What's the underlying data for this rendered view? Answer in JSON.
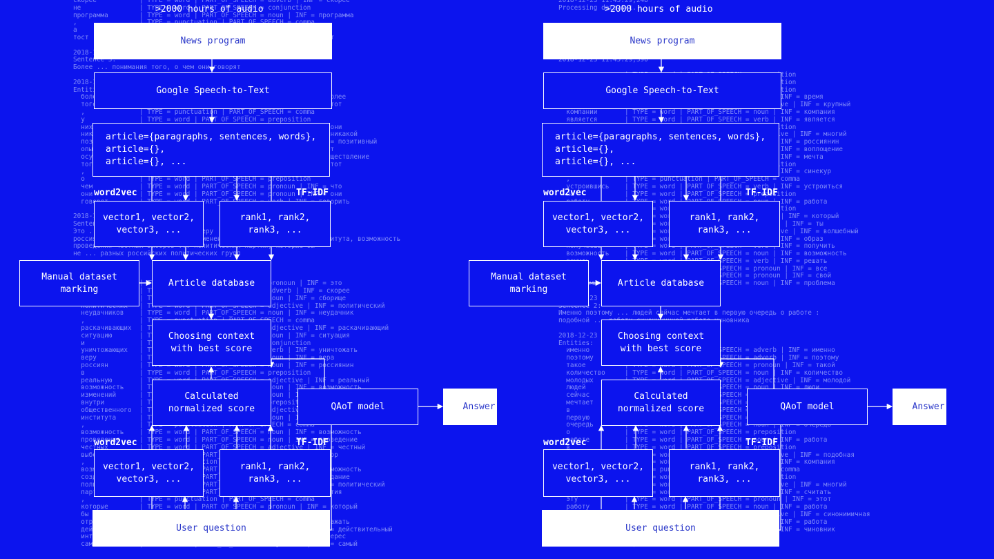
{
  "diagram": {
    "header": ">2000 hours of audio",
    "labels": {
      "word2vec": "word2vec",
      "tfidf": "TF-IDF"
    },
    "nodes": {
      "news_program": "News program",
      "speech_to_text": "Google Speech-to-Text",
      "article_struct": "article={paragraphs, sentences, words},\narticle={},\narticle={}, ...",
      "vectors": "vector1, vector2,\nvector3, ...",
      "ranks": "rank1, rank2,\nrank3, ...",
      "manual_marking": "Manual dataset\nmarking",
      "article_db": "Article database",
      "choosing_context": "Choosing context\nwith best score",
      "calculated_score": "Calculated\nnormalized score",
      "qaot_model": "QAoT model",
      "answer": "Answer",
      "user_question": "User question"
    }
  },
  "background_log": {
    "left": "скорее           | TYPE = word | PART_OF_SPEECH = adverb | INF = скорее\nне               | TYPE = word | PART_OF_SPEECH = conjunction\nпрограмма        | TYPE = word | PART_OF_SPEECH = noun | INF = программа\n,                | TYPE = punctuation | PART_OF_SPEECH = comma\nа                | TYPE = word | PART_OF_SPEECH = conjunction\nтост             | TYPE = word | PART_OF_SPEECH = noun | INF = тост\n\n2018-12-23 11:45:28,390\nSentence 3:\nБолее ... понимания того, о чем они говорят\n\n2018-12-23\nEntities:\n  более          | TYPE = word | PART_OF_SPEECH = adverb | INF = более\n  того           | TYPE = word | PART_OF_SPEECH = pronoun | INF = тот\n  ,              | TYPE = punctuation | PART_OF_SPEECH = comma\n  у              | TYPE = word | PART_OF_SPEECH = preposition\n  них            | TYPE = word | PART_OF_SPEECH = pronoun | INF = они\n  никакого       | TYPE = word | PART_OF_SPEECH = pronoun | INF = никакой\n  позитивного    | TYPE = word | PART_OF_SPEECH = adjective | INF = позитивный\n  опыта          | TYPE = word | PART_OF_SPEECH = noun | INF = опыт\n  осуществления  | TYPE = word | PART_OF_SPEECH = noun | INF = осуществление\n  того           | TYPE = word | PART_OF_SPEECH = pronoun | INF = тот\n  ,              | TYPE = punctuation | PART_OF_SPEECH = comma\n  о              | TYPE = word | PART_OF_SPEECH = preposition\n  чем            | TYPE = word | PART_OF_SPEECH = pronoun | INF = что\n  они            | TYPE = word | PART_OF_SPEECH = pronoun | INF = они\n  говорят        | TYPE = word | PART_OF_SPEECH = verb | INF = говорить\n\n2018-12-23 11:45:28,390\nSentence 4:\nЭто ... ситуацию и уничтожающих веру\nроссиян в реальную возможность изменений внутри общественного института, возможность\nпроведения честных выборов ... политических партий, которые бы\nне ... разных российских политических групп\n\n2018-12-23\nEntities:\n  это            | TYPE = word | PART_OF_SPEECH = pronoun | INF = это\n  скорее         | TYPE = word | PART_OF_SPEECH = adverb | INF = скорее\n  сборище        | TYPE = word | PART_OF_SPEECH = noun | INF = сборище\n  политических   | TYPE = word | PART_OF_SPEECH = adjective | INF = политический\n  неудачников    | TYPE = word | PART_OF_SPEECH = noun | INF = неудачник\n  ,              | TYPE = punctuation | PART_OF_SPEECH = comma\n  раскачивающих  | TYPE = word | PART_OF_SPEECH = adjective | INF = раскачивающий\n  ситуацию       | TYPE = word | PART_OF_SPEECH = noun | INF = ситуация\n  и              | TYPE = word | PART_OF_SPEECH = conjunction\n  уничтожающих   | TYPE = word | PART_OF_SPEECH = verb | INF = уничтожать\n  веру           | TYPE = word | PART_OF_SPEECH = noun | INF = вера\n  россиян        | TYPE = word | PART_OF_SPEECH = noun | INF = россиянин\n  в              | TYPE = word | PART_OF_SPEECH = preposition\n  реальную       | TYPE = word | PART_OF_SPEECH = adjective | INF = реальный\n  возможность    | TYPE = word | PART_OF_SPEECH = noun | INF = возможность\n  изменений      | TYPE = word | PART_OF_SPEECH = noun | INF = изменение\n  внутри         | TYPE = word | PART_OF_SPEECH = preposition\n  общественного  | TYPE = word | PART_OF_SPEECH = adjective | INF = общественный\n  института      | TYPE = word | PART_OF_SPEECH = noun | INF = институт\n  ,              | TYPE = punctuation | PART_OF_SPEECH = comma\n  возможность    | TYPE = word | PART_OF_SPEECH = noun | INF = возможность\n  проведения     | TYPE = word | PART_OF_SPEECH = noun | INF = проведение\n  честных        | TYPE = word | PART_OF_SPEECH = adjective | INF = честный\n  выборов        | TYPE = word | PART_OF_SPEECH = noun | INF = выбор\n  ,              | TYPE = punctuation | PART_OF_SPEECH = comma\n  возможности    | TYPE = word | PART_OF_SPEECH = noun | INF = возможность\n  создания       | TYPE = word | PART_OF_SPEECH = noun | INF = создание\n  политических   | TYPE = word | PART_OF_SPEECH = adjective | INF = политический\n  партий         | TYPE = word | PART_OF_SPEECH = noun | INF = партия\n  ,              | TYPE = punctuation | PART_OF_SPEECH = comma\n  которые        | TYPE = word | PART_OF_SPEECH = pronoun | INF = который\n  бы             | TYPE = word | PART_OF_SPEECH = particle\n  отражали       | TYPE = word | PART_OF_SPEECH = verb | INF = отражать\n  действительные | TYPE = word | PART_OF_SPEECH = adjective | INF = действительный\n  интересы       | TYPE = word | PART_OF_SPEECH = noun | INF = интерес\n  самых          | TYPE = word | PART_OF_SPEECH = adjective | INF = самый",
    "right": "2018-12-23 11:45:29,248\nProcessing data.txt...\n\n\n... россиян воплощением мечты о синекуре,\n... м получаешь возможность решить все\nваши проблемы\n\n2018-12-23 11:45:29,390\n\n  в              | TYPE = word | PART_OF_SPEECH = preposition\n  на             | TYPE = word | PART_OF_SPEECH = preposition\n  в              | TYPE = word | PART_OF_SPEECH = preposition\n  время          | TYPE = word | PART_OF_SPEECH = noun | INF = время\n  крупные        | TYPE = word | PART_OF_SPEECH = adjective | INF = крупный\n  компании       | TYPE = word | PART_OF_SPEECH = noun | INF = компания\n  является       | TYPE = word | PART_OF_SPEECH = verb | INF = является\n  для            | TYPE = word | PART_OF_SPEECH = preposition\n  многих         | TYPE = word | PART_OF_SPEECH = adjective | INF = многий\n  россиян        | TYPE = word | PART_OF_SPEECH = noun | INF = россиянин\n  воплощением    | TYPE = word | PART_OF_SPEECH = noun | INF = воплощение\n  мечты          | TYPE = word | PART_OF_SPEECH = noun | INF = мечта\n  о              | TYPE = word | PART_OF_SPEECH = preposition\n  синекуре       | TYPE = word | PART_OF_SPEECH = noun | INF = синекур\n  ,              | TYPE = punctuation | PART_OF_SPEECH = comma\n  устроившись    | TYPE = word | PART_OF_SPEECH = verb | INF = устроиться\n  на             | TYPE = word | PART_OF_SPEECH = preposition\n  работу         | TYPE = word | PART_OF_SPEECH = noun | INF = работа\n  в              | TYPE = word | PART_OF_SPEECH = preposition\n  которой        | TYPE = word | PART_OF_SPEECH = adverb | INF = который\n  ты             | TYPE = word | PART_OF_SPEECH = pronoun | INF = ты\n  волшебным      | TYPE = word | PART_OF_SPEECH = adjective | INF = волшебный\n  образом        | TYPE = word | PART_OF_SPEECH = noun | INF = образ\n  получаешь      | TYPE = word | PART_OF_SPEECH = verb | INF = получить\n  возможность    | TYPE = word | PART_OF_SPEECH = noun | INF = возможность\n  решить         | TYPE = word | PART_OF_SPEECH = verb | INF = решать\n  все            | TYPE = word | PART_OF_SPEECH = pronoun | INF = все\n  свои           | TYPE = word | PART_OF_SPEECH = pronoun | INF = свой\n  проблемы       | TYPE = word | PART_OF_SPEECH = noun | INF = проблема\n\n2018-12-23 11:45:29,390\nSentence 2:\nИменно поэтому ... людей сейчас мечтает в первую очередь о работе :\nподобной ... работу синонимичной работе чиновника\n\n2018-12-23\nEntities:\n  именно         | TYPE = word | PART_OF_SPEECH = adverb | INF = именно\n  поэтому        | TYPE = word | PART_OF_SPEECH = adverb | INF = поэтому\n  такое          | TYPE = word | PART_OF_SPEECH = pronoun | INF = такой\n  количество     | TYPE = word | PART_OF_SPEECH = noun | INF = количество\n  молодых        | TYPE = word | PART_OF_SPEECH = adjective | INF = молодой\n  людей          | TYPE = word | PART_OF_SPEECH = noun | INF = люди\n  сейчас         | TYPE = word | PART_OF_SPEECH = adverb | INF = сейчас\n  мечтает        | TYPE = word | PART_OF_SPEECH = verb | INF = мечтать\n  в              | TYPE = word | PART_OF_SPEECH = preposition\n  первую         | TYPE = word | PART_OF_SPEECH = adjective | INF = первая\n  очередь        | TYPE = word | PART_OF_SPEECH = noun | INF = очередь\n  о              | TYPE = word | PART_OF_SPEECH = preposition\n  работе         | TYPE = word | PART_OF_SPEECH = noun | INF = работа\n  в              | TYPE = word | PART_OF_SPEECH = preposition\n  подобной       | TYPE = word | PART_OF_SPEECH = adjective | INF = подобная\n  компании       | TYPE = word | PART_OF_SPEECH = noun | INF = компания\n  ,              | TYPE = punctuation | PART_OF_SPEECH = comma\n  в              | TYPE = word | PART_OF_SPEECH = preposition\n  многом         | TYPE = word | PART_OF_SPEECH = adjective | INF = многий\n  считая         | TYPE = word | PART_OF_SPEECH = verb | INF = считать\n  эту            | TYPE = word | PART_OF_SPEECH = pronoun | INF = этот\n  работу         | TYPE = word | PART_OF_SPEECH = noun | INF = работа\n  синонимичной   | TYPE = word | PART_OF_SPEECH = adjective | INF = синонимичная\n  работе         | TYPE = word | PART_OF_SPEECH = noun | INF = работа\n  чиновника      | TYPE = word | PART_OF_SPEECH = noun | INF = чиновник\n\n2018-12-23 11:45:31,435"
  },
  "colors": {
    "background": "#0c14ee",
    "box_border": "#ffffff",
    "text": "#ffffff",
    "white_box_text": "#2a37c9",
    "log_text": "rgba(210,222,255,0.58)"
  }
}
